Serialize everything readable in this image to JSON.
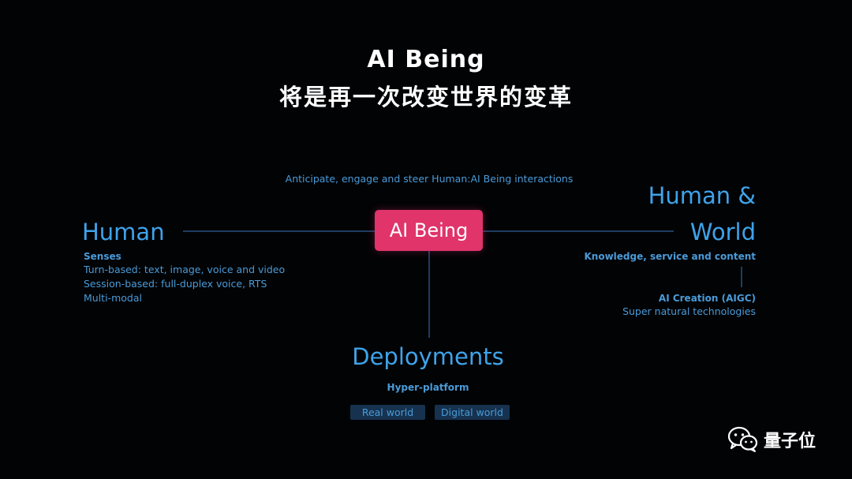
{
  "title": {
    "line1": "AI Being",
    "line2": "将是再一次改变世界的变革"
  },
  "tagline": "Anticipate, engage and steer Human:AI Being interactions",
  "center_node": {
    "label": "AI Being"
  },
  "human": {
    "heading": "Human",
    "subheading": "Senses",
    "lines": [
      "Turn-based: text, image, voice and video",
      "Session-based: full-duplex voice, RTS",
      "Multi-modal"
    ]
  },
  "human_world": {
    "heading_line1": "Human &",
    "heading_line2": "World",
    "subheading": "Knowledge, service and content",
    "aigc_title": "AI Creation (AIGC)",
    "aigc_desc": "Super natural technologies"
  },
  "deployments": {
    "heading": "Deployments",
    "subheading": "Hyper-platform",
    "chips": [
      "Real world",
      "Digital world"
    ]
  },
  "watermark": {
    "text": "量子位",
    "icon": "wechat-icon"
  },
  "colors": {
    "background": "#020305",
    "accent_blue": "#3fa3ea",
    "text_blue": "#4a9bd8",
    "center_pink": "#e0346b",
    "connector": "#1e3d5f"
  }
}
